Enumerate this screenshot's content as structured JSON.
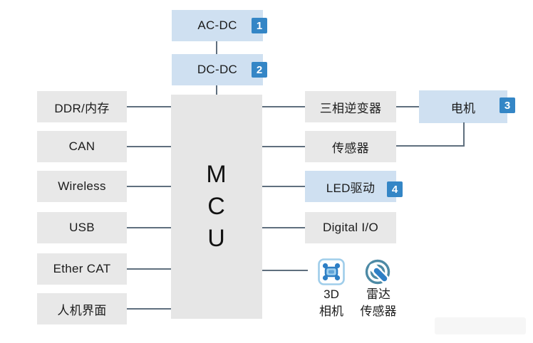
{
  "diagram": {
    "power_chain": [
      {
        "label": "AC-DC",
        "badge": "1"
      },
      {
        "label": "DC-DC",
        "badge": "2"
      }
    ],
    "mcu": {
      "letters": [
        "M",
        "C",
        "U"
      ]
    },
    "left_blocks": [
      "DDR/内存",
      "CAN",
      "Wireless",
      "USB",
      "Ether CAT",
      "人机界面"
    ],
    "right_blocks": [
      {
        "label": "三相逆变器"
      },
      {
        "label": "传感器"
      },
      {
        "label": "LED驱动",
        "badge": "4"
      },
      {
        "label": "Digital I/O"
      }
    ],
    "motor": {
      "label": "电机",
      "badge": "3"
    },
    "peripheral_icons": [
      {
        "icon": "3d-camera-icon",
        "label": "3D\n相机"
      },
      {
        "icon": "radar-sensor-icon",
        "label": "雷达\n传感器"
      }
    ],
    "colors": {
      "highlight_fill": "#cfe0f1",
      "block_fill": "#e8e8e8",
      "badge_blue": "#3486c6",
      "connector_line": "#5f6f7e",
      "icon_blue": "#2e7fc5",
      "icon_light_blue": "#9fcdea",
      "icon_arc": "#4d8aa5"
    }
  }
}
